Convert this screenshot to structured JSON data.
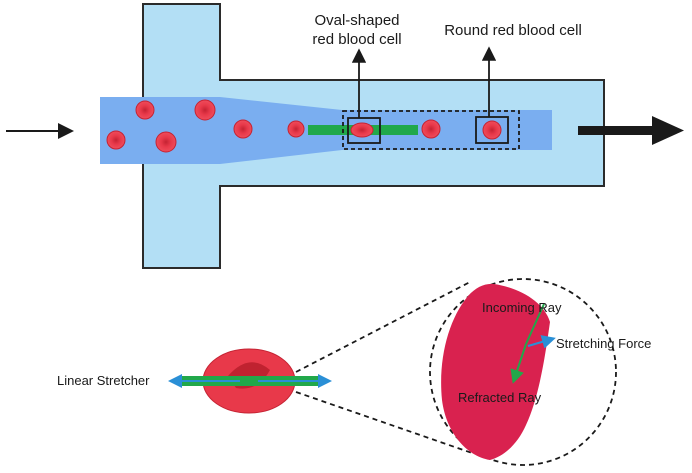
{
  "labels": {
    "oval_cell_line1": "Oval-shaped",
    "oval_cell_line2": "red blood cell",
    "round_cell": "Round red blood cell",
    "linear_stretcher": "Linear Stretcher",
    "incoming_ray": "Incoming Ray",
    "stretching_force": "Stretching Force",
    "refracted_ray": "Refracted Ray"
  },
  "colors": {
    "channel_fill": "#b3dff5",
    "channel_stroke": "#2b2b2b",
    "flow_stream": "#7aaef0",
    "cell_red": "#e8394a",
    "cell_dark": "#b81e2c",
    "stretcher_green": "#21a84a",
    "force_blue": "#2a8fd6"
  },
  "icons": [
    "inlet-arrow",
    "outlet-arrow",
    "red-blood-cell",
    "oval-red-blood-cell"
  ]
}
